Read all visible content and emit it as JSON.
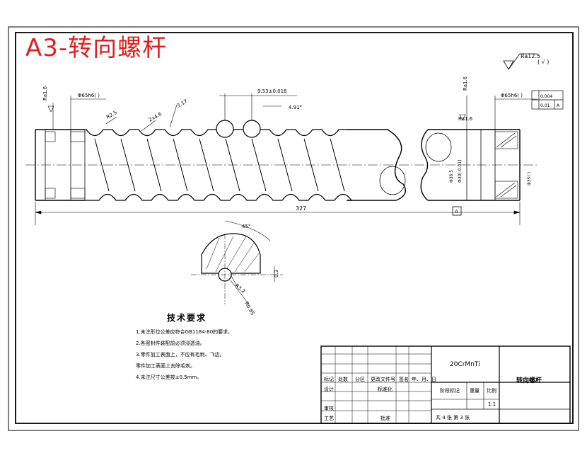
{
  "stamp": "A3-转向螺杆",
  "roughness_global": "Ra12.5",
  "roughness_global_suffix": "( √ )",
  "dims": {
    "ra_left": "Ra1.6",
    "ra_right": "Ra1.6",
    "ra_right2": "Ra1.6",
    "phi_left": "Φ65h6(  )",
    "phi_right": "Φ65h6(  )",
    "r_2_5": "R2.5",
    "two_four": "2x4.6",
    "pitch": "9.53±0.016",
    "lead_angle": "4.91°",
    "depth": "3.17",
    "length": "327",
    "datum": "A",
    "dia_a": "Φ36.5",
    "dia_b": "Φ30(-0.01)",
    "dia_c": "Φ35(  )",
    "angle45": "45°",
    "r3": "R3.2",
    "r_balls": "R0.85",
    "c_dim": "0.3"
  },
  "tolerance": {
    "row1_value": "0.004",
    "row2_value": "0.01",
    "row2_datum": "A"
  },
  "tech_requirements": {
    "title": "技术要求",
    "items": [
      "1.未注形位公差应符合GB1184-80的要求。",
      "2.各密封件装配前必须浸透油。",
      "3.零件加工表面上，不应有毛刺、飞边。",
      "  零件加工表面上去除毛刺。",
      "4.未注尺寸公差按±0.5mm。"
    ]
  },
  "title_block": {
    "material": "20CrMnTi",
    "part_name": "转向螺杆",
    "headers": [
      "标记",
      "处数",
      "分区",
      "更改文件号",
      "签名",
      "年、月、日"
    ],
    "design": "设计",
    "standardize": "标准化",
    "review": "审核",
    "process": "工艺",
    "approve": "批准",
    "stage_mark": "阶段标记",
    "weight": "重量",
    "scale": "比例",
    "scale_value": "1:1",
    "sheet_info": "共  4  张     第  3  张"
  }
}
